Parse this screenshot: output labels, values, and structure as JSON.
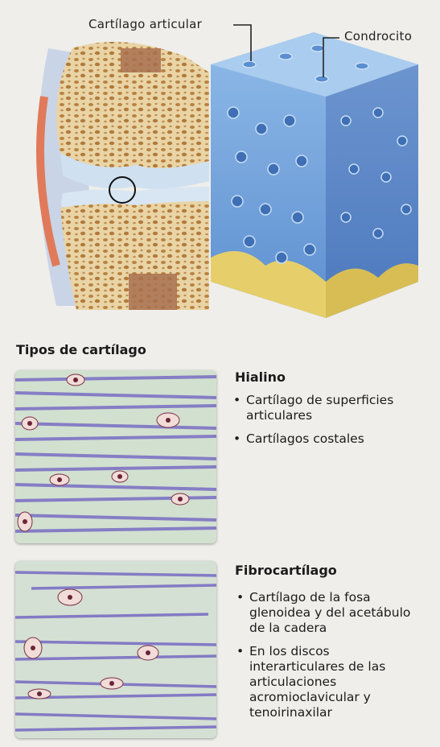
{
  "illustration": {
    "label_articular_cartilage": "Cartílago articular",
    "label_chondrocyte": "Condrocito"
  },
  "section_title": "Tipos de cartílago",
  "types": [
    {
      "name": "Hialino",
      "bullets": [
        "Cartílago de superficies articulares",
        "Cartílagos costales"
      ]
    },
    {
      "name": "Fibrocartílago",
      "bullets": [
        "Cartílago de la fosa glenoidea y del acetábulo de la cadera",
        "En los discos interarticulares de las articulaciones acromioclavicular y tenoirinaxilar"
      ]
    }
  ]
}
